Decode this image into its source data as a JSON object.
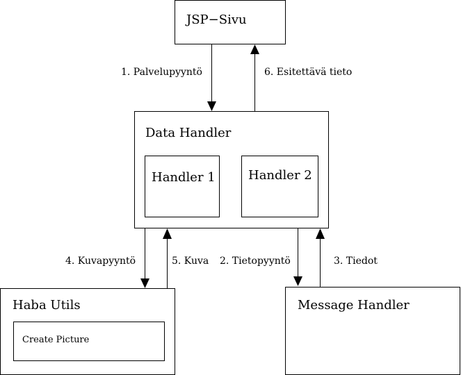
{
  "nodes": {
    "jsp": "JSP−Sivu",
    "data_handler": "Data Handler",
    "handler1": "Handler 1",
    "handler2": "Handler 2",
    "haba_utils": "Haba Utils",
    "create_picture": "Create Picture",
    "message_handler": "Message Handler"
  },
  "edges": {
    "e1": "1. Palvelupyyntö",
    "e2": "2. Tietopyyntö",
    "e3": "3. Tiedot",
    "e4": "4. Kuvapyyntö",
    "e5": "5. Kuva",
    "e6": "6. Esitettävä tieto"
  }
}
